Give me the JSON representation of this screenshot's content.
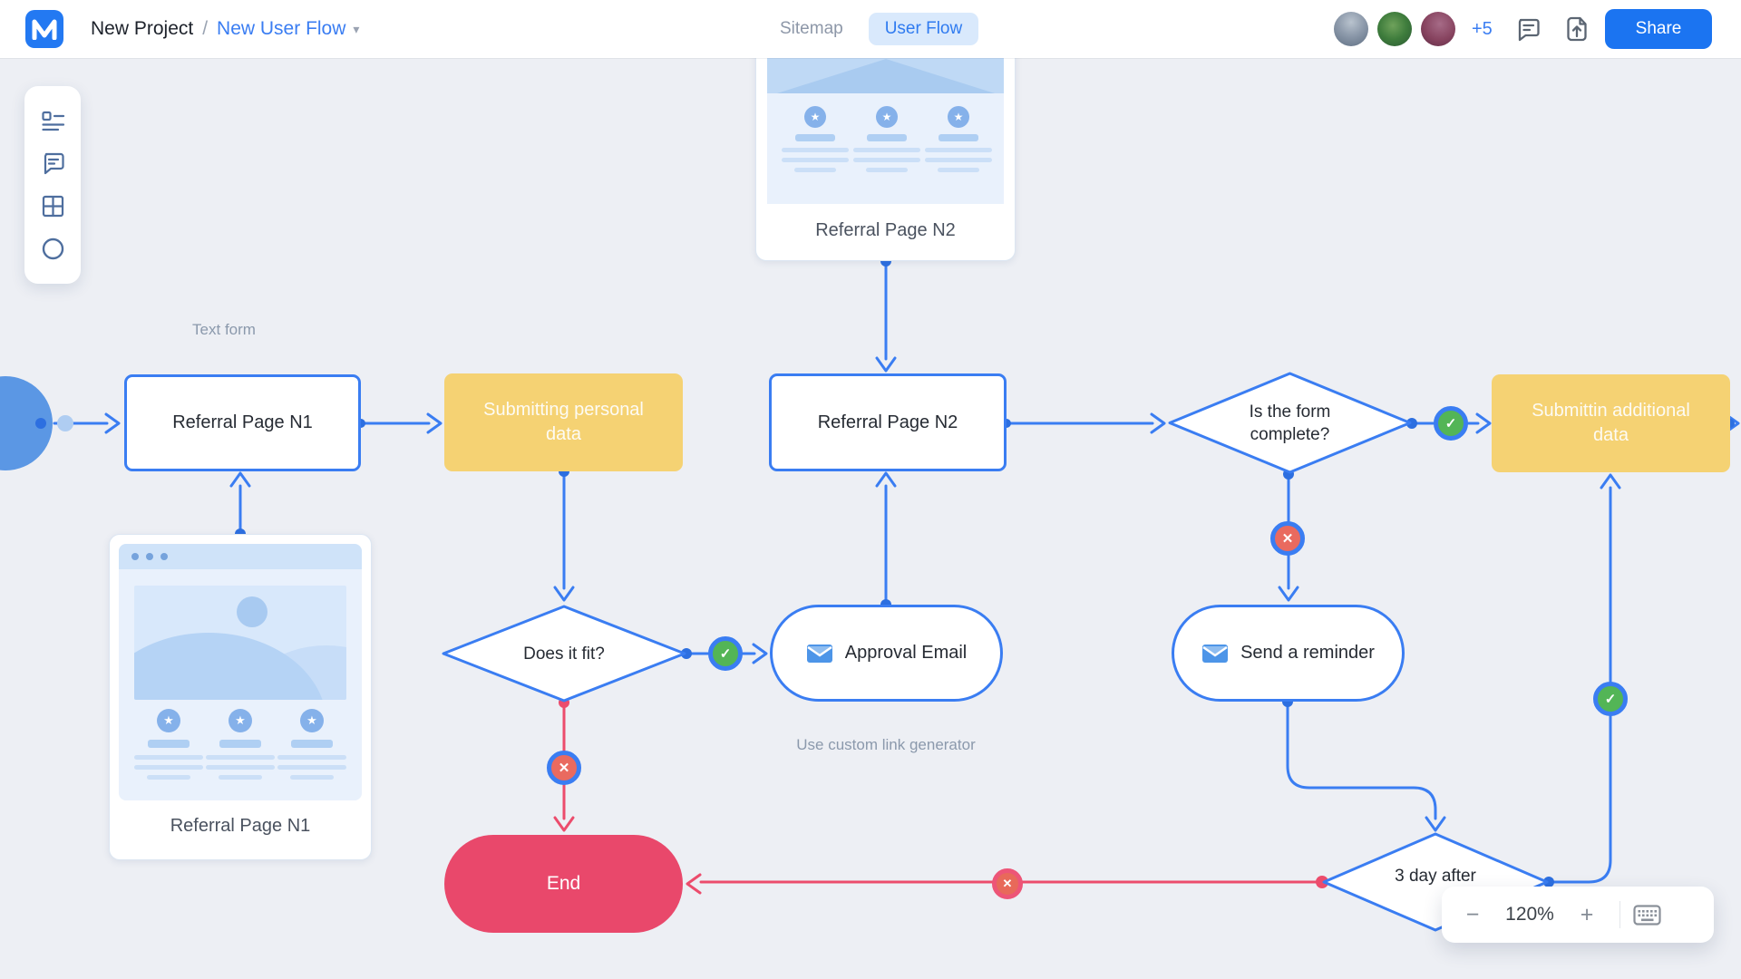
{
  "topbar": {
    "project": "New Project",
    "separator": "/",
    "flow": "New User Flow",
    "tab_sitemap": "Sitemap",
    "tab_userflow": "User Flow",
    "avatars_more": "+5",
    "share": "Share"
  },
  "flow": {
    "labels": {
      "text_form": "Text form",
      "use_custom_link": "Use custom link generator"
    },
    "nodes": {
      "referral_n1": "Referral Page N1",
      "submitting_personal": "Submitting personal data",
      "referral_n2": "Referral Page N2",
      "is_form_complete": "Is the form complete?",
      "submittin_additional": "Submittin additional data",
      "does_it_fit": "Does it fit?",
      "approval_email": "Approval Email",
      "send_reminder": "Send a reminder",
      "three_day_after": "3 day after",
      "end": "End"
    },
    "thumbnails": {
      "top_title": "Referral Page N2",
      "left_title": "Referral Page N1"
    }
  },
  "icons": {
    "check": "✓",
    "cross": "✕",
    "star": "★",
    "caret": "▾",
    "minus": "−",
    "plus": "+"
  },
  "zoom": {
    "level": "120%"
  },
  "colors": {
    "accent_blue": "#3A7DF2",
    "topbar_blue": "#1B74F1",
    "node_yellow": "#F5D273",
    "badge_green": "#53B556",
    "badge_red": "#E96A5F",
    "end_pink": "#E9486B",
    "red_line": "#EC4C6C",
    "canvas_bg": "#EDEFF4"
  }
}
